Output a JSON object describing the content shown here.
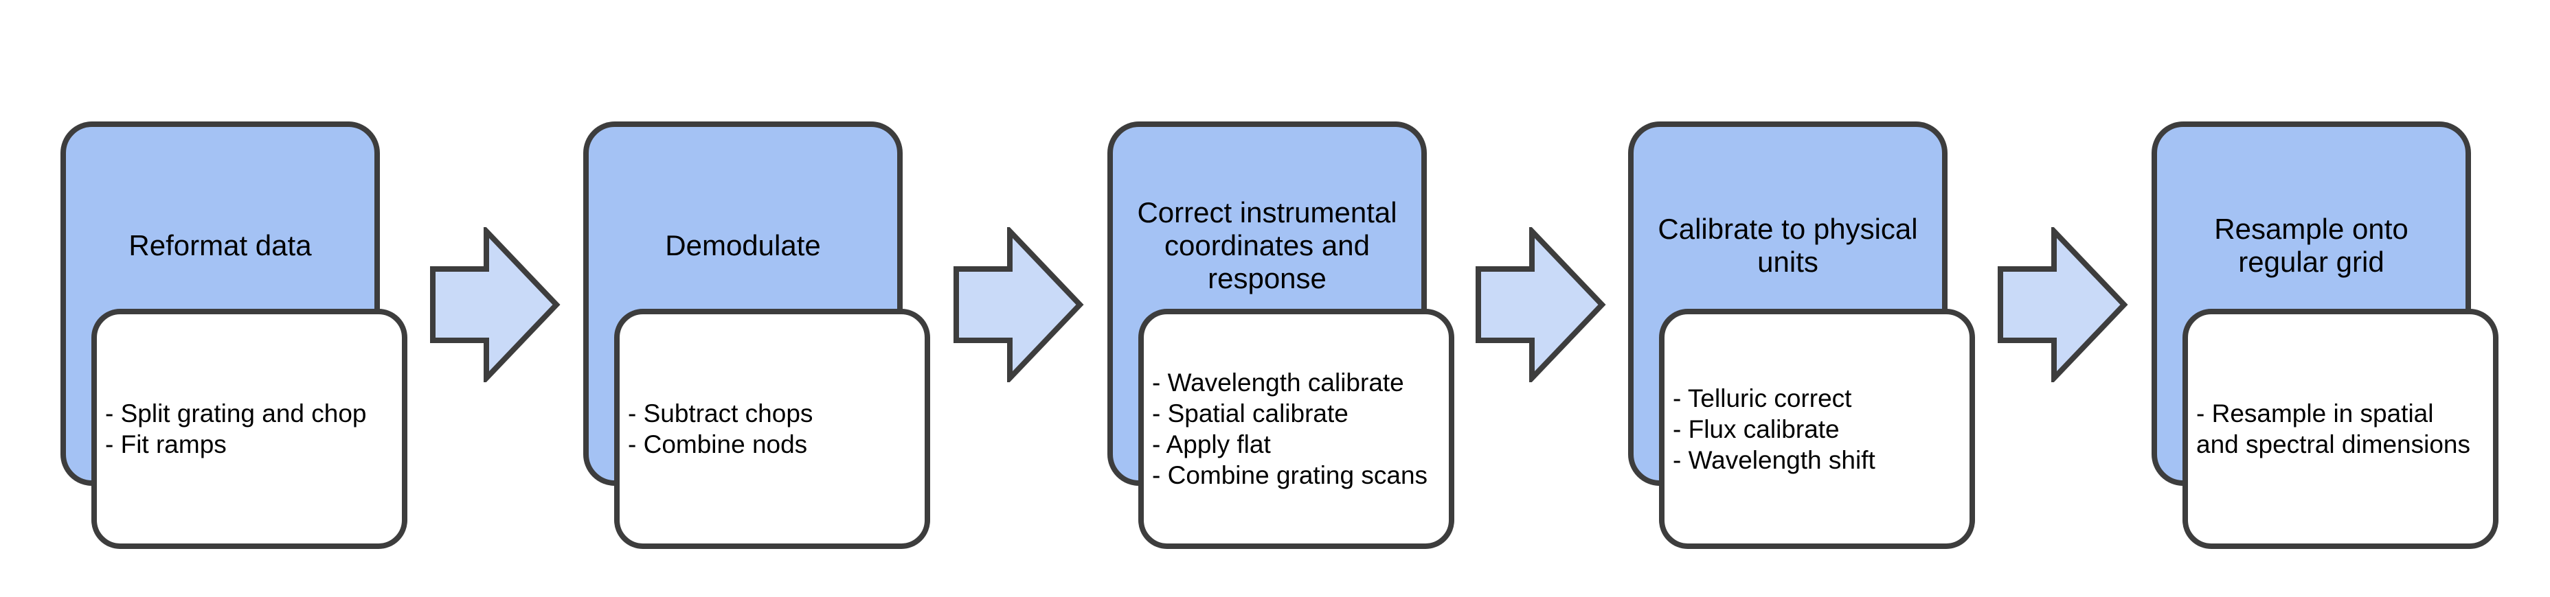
{
  "diagram": {
    "type": "flowchart",
    "orientation": "left-to-right",
    "colors": {
      "canvas_bg": "#ffffff",
      "stage_fill": "#a4c2f4",
      "card_fill": "#ffffff",
      "arrow_fill": "#c9daf8",
      "border": "#3d3d3d",
      "text": "#000000"
    },
    "arrow_label": "right-block-arrow",
    "stages": [
      {
        "title": "Reformat data",
        "steps": [
          "- Split grating and chop",
          "- Fit ramps"
        ]
      },
      {
        "title": "Demodulate",
        "steps": [
          "- Subtract chops",
          "- Combine nods"
        ]
      },
      {
        "title": "Correct instrumental\ncoordinates and\nresponse",
        "steps": [
          "- Wavelength calibrate",
          "- Spatial calibrate",
          "- Apply flat",
          "- Combine grating scans"
        ]
      },
      {
        "title": "Calibrate to physical\nunits",
        "steps": [
          "- Telluric correct",
          "- Flux calibrate",
          "- Wavelength shift"
        ]
      },
      {
        "title": "Resample onto\nregular grid",
        "steps": [
          "- Resample in spatial",
          "and spectral dimensions"
        ]
      }
    ]
  }
}
